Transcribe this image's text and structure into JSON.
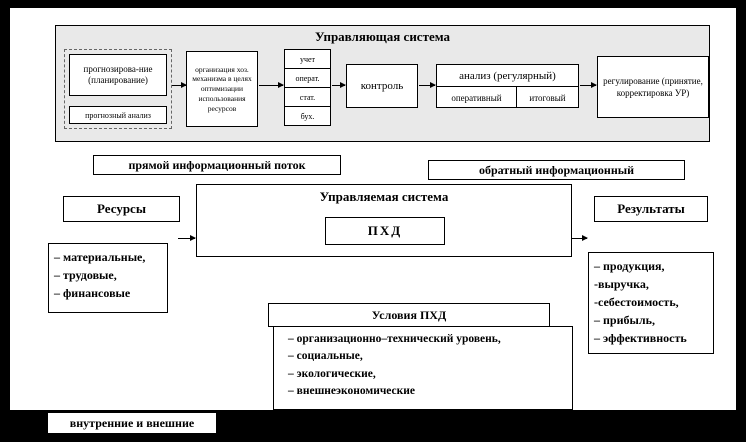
{
  "control_system": {
    "title": "Управляющая система",
    "forecast": "прогнозирова-ние (планирование)",
    "forecast_analysis": "прогнозный анализ",
    "organization": "организация хоз. механизма в целях оптимизации использования ресурсов",
    "accounting": [
      "учет",
      "операт.",
      "стат.",
      "бух."
    ],
    "control": "контроль",
    "analysis_title": "анализ (регулярный)",
    "analysis_operational": "оперативный",
    "analysis_final": "итоговый",
    "regulation": "регулирование (принятие, корректировка УР)"
  },
  "flow_labels": {
    "direct": "прямой информационный поток",
    "reverse": "обратный информационный"
  },
  "managed_system": {
    "title": "Управляемая система",
    "core": "ПХД"
  },
  "resources": {
    "title": "Ресурсы",
    "items": [
      "– материальные,",
      "– трудовые,",
      "– финансовые"
    ]
  },
  "results": {
    "title": "Результаты",
    "items": [
      "– продукция,",
      "-выручка,",
      "-себестоимость,",
      "– прибыль,",
      "– эффективность"
    ]
  },
  "conditions": {
    "title": "Условия ПХД",
    "items": [
      "– организационно–технический уровень,",
      "– социальные,",
      "– экологические,",
      "– внешнеэкономические"
    ]
  },
  "footer": "внутренние и внешние"
}
